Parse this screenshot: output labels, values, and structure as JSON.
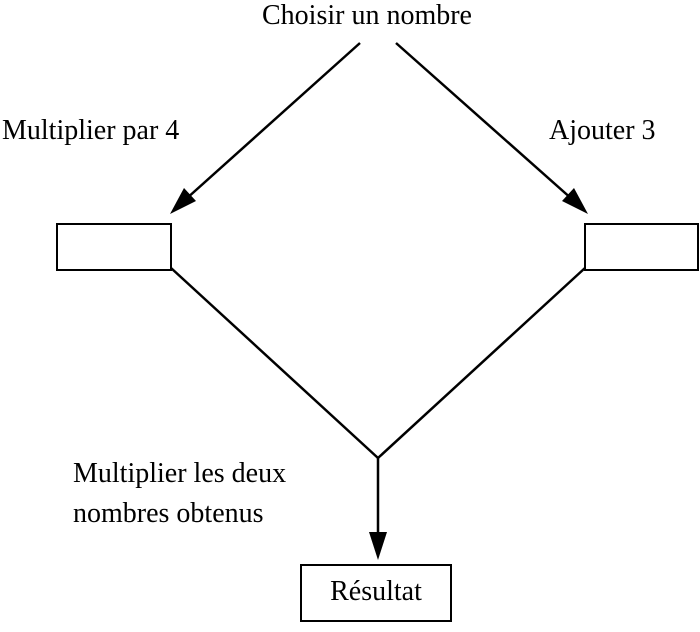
{
  "diagram": {
    "start_label": "Choisir un nombre",
    "left_branch_label": "Multiplier par 4",
    "right_branch_label": "Ajouter 3",
    "left_result_box": "",
    "right_result_box": "",
    "combine_label_line1": "Multiplier les deux",
    "combine_label_line2": "nombres obtenus",
    "result_label": "Résultat"
  },
  "colors": {
    "stroke": "#000000",
    "background": "#ffffff"
  }
}
